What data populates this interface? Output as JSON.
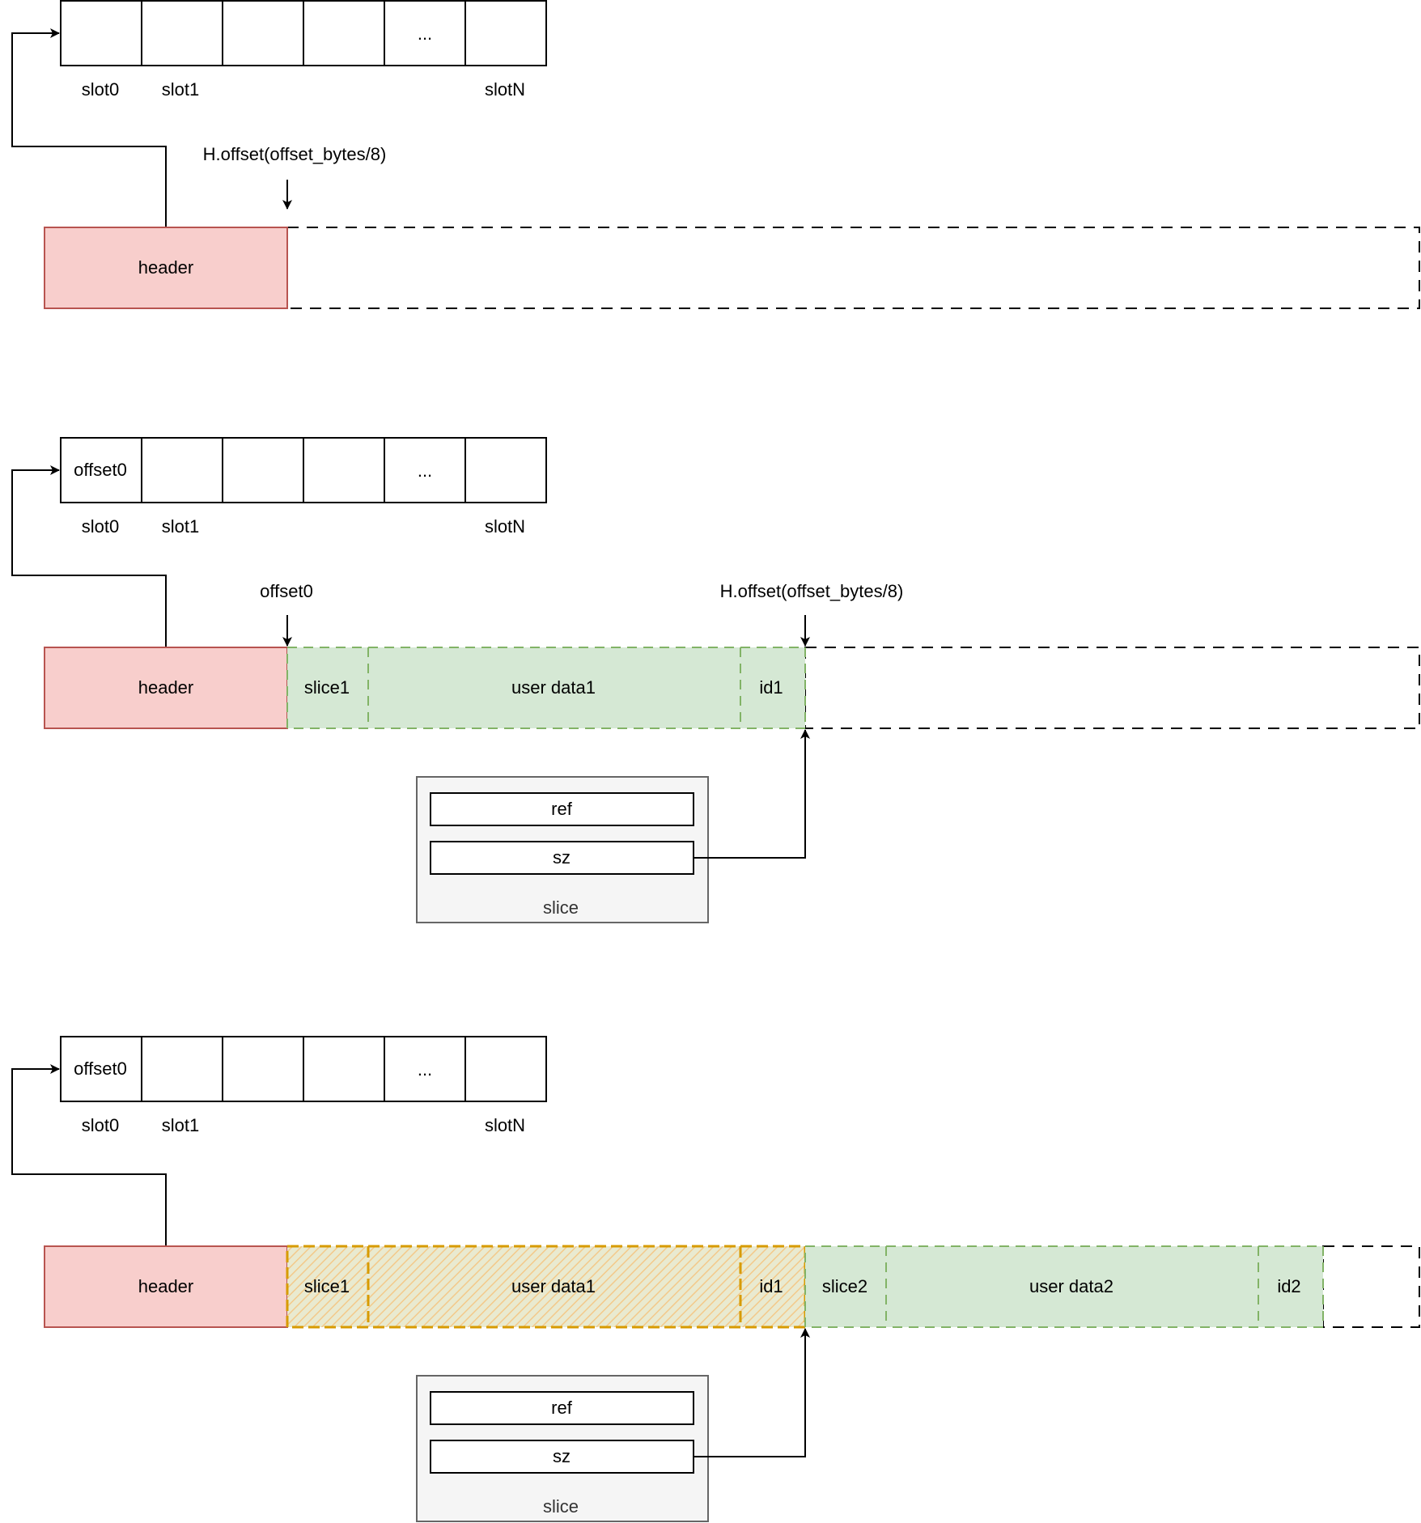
{
  "panels": [
    {
      "slots": [
        "",
        "",
        "",
        "",
        "...",
        ""
      ],
      "slot_labels": [
        "slot0",
        "slot1",
        "slotN"
      ],
      "header": "header",
      "pointer_label": "H.offset(offset_bytes/8)"
    },
    {
      "slots": [
        "offset0",
        "",
        "",
        "",
        "...",
        ""
      ],
      "slot_labels": [
        "slot0",
        "slot1",
        "slotN"
      ],
      "header": "header",
      "offset_label": "offset0",
      "pointer_label": "H.offset(offset_bytes/8)",
      "segments": [
        "slice1",
        "user data1",
        "id1"
      ],
      "slice_box": {
        "fields": [
          "ref",
          "sz"
        ],
        "caption": "slice"
      }
    },
    {
      "slots": [
        "offset0",
        "",
        "",
        "",
        "...",
        ""
      ],
      "slot_labels": [
        "slot0",
        "slot1",
        "slotN"
      ],
      "header": "header",
      "freed_segments": [
        "slice1",
        "user data1",
        "id1"
      ],
      "segments": [
        "slice2",
        "user data2",
        "id2"
      ],
      "slice_box": {
        "fields": [
          "ref",
          "sz"
        ],
        "caption": "slice"
      }
    }
  ],
  "colors": {
    "header_fill": "#f8cecc",
    "header_stroke": "#b85450",
    "data_fill": "#d5e8d4",
    "data_stroke": "#82b366",
    "freed_stroke": "#d79b00",
    "slice_group_fill": "#f5f5f5"
  }
}
